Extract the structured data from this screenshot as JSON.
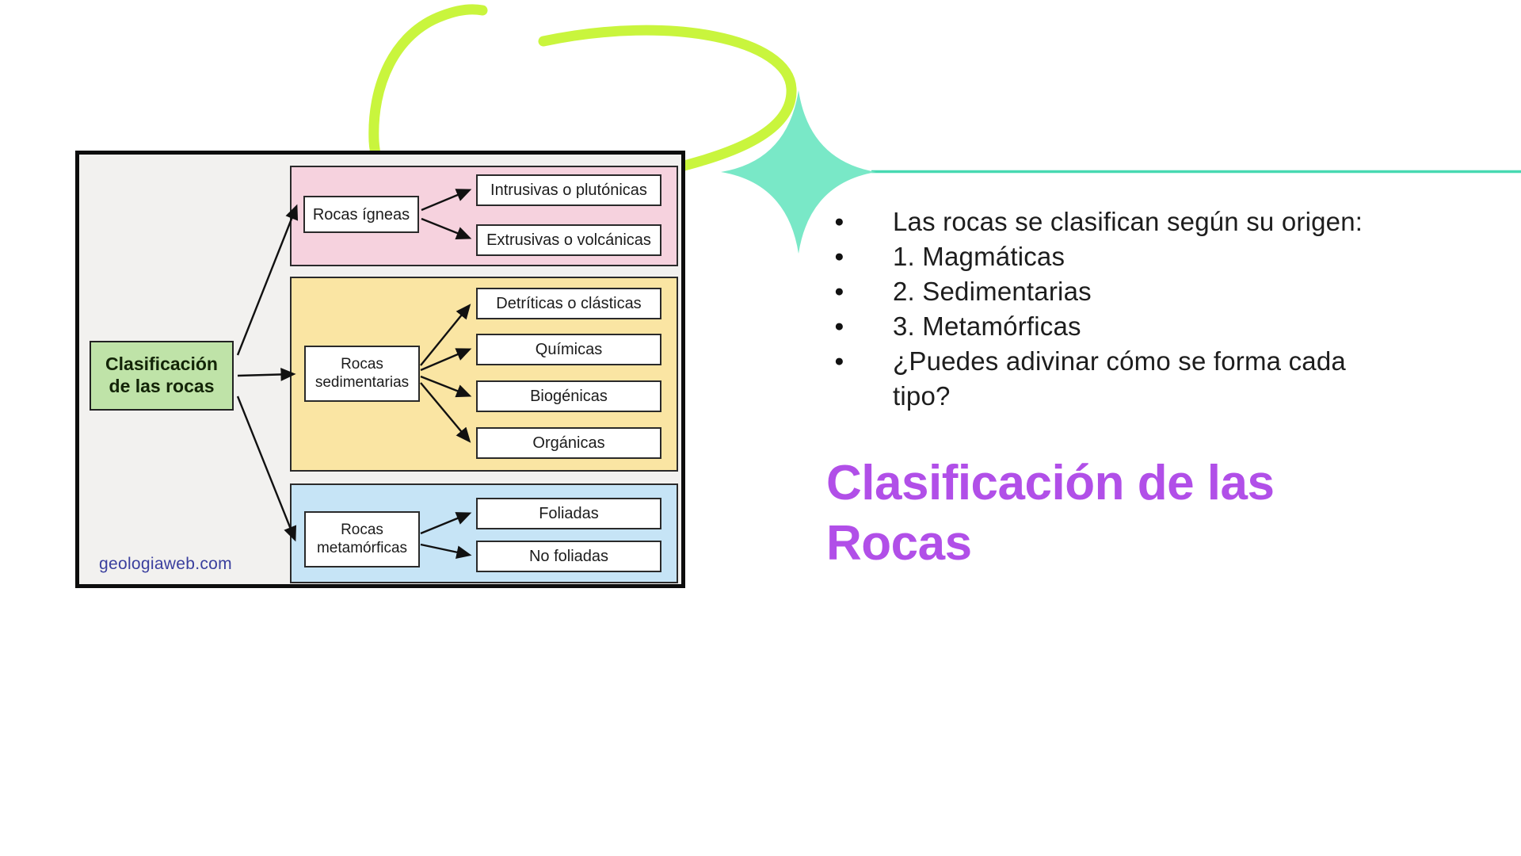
{
  "colors": {
    "lime": "#c9f53d",
    "mint": "#79e8c7",
    "teal-line": "#48d9b2",
    "purple": "#b14fe8",
    "pink-section": "#f6d2de",
    "yellow-section": "#fae5a3",
    "blue-section": "#c6e4f6",
    "green-root": "#bfe3a8",
    "diagram-bg": "#f2f1ef",
    "ink": "#1c1c1c",
    "source-navy": "#3a3f9e"
  },
  "slide": {
    "bullets": [
      "Las rocas se clasifican según su origen:",
      "1. Magmáticas",
      "2. Sedimentarias",
      "3. Metamórficas",
      "¿Puedes adivinar cómo se forma cada tipo?"
    ],
    "heading": "Clasificación de las Rocas"
  },
  "diagram": {
    "root": "Clasificación de las rocas",
    "source": "geologiaweb.com",
    "branches": [
      {
        "label": "Rocas ígneas",
        "children": [
          "Intrusivas o plutónicas",
          "Extrusivas o volcánicas"
        ]
      },
      {
        "label": "Rocas sedimentarias",
        "children": [
          "Detríticas o clásticas",
          "Químicas",
          "Biogénicas",
          "Orgánicas"
        ]
      },
      {
        "label": "Rocas metamórficas",
        "children": [
          "Foliadas",
          "No foliadas"
        ]
      }
    ]
  }
}
